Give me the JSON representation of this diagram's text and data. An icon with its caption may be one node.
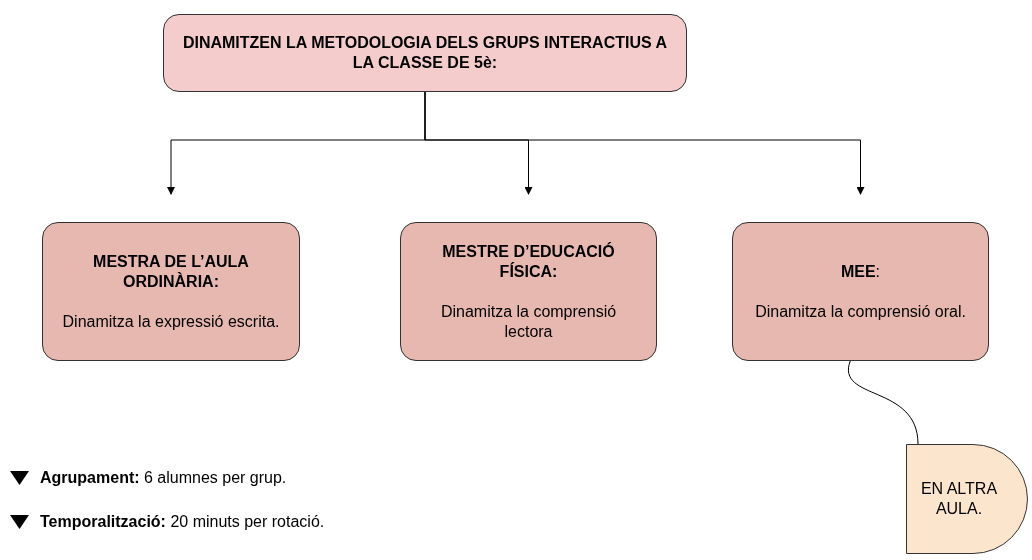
{
  "diagram": {
    "nodes": [
      {
        "text": [
          "DINAMITZEN LA METODOLOGIA DELS GRUPS INTERACTIUS A LA CLASSE DE 5è:"
        ]
      },
      {
        "text": [
          "MESTRA DE L’AULA ORDINÀRIA:",
          "Dinamitza la expressió escrita."
        ]
      },
      {
        "text": [
          "MESTRE D’EDUCACIÓ FÍSICA:",
          "Dinamitza la comprensió lectora"
        ]
      },
      {
        "text": [
          "**MEE**:",
          "Dinamitza la comprensió oral."
        ]
      },
      {
        "text": [
          "EN ALTRA AULA."
        ]
      }
    ],
    "edges": [
      {
        "from": 0,
        "to": 1,
        "arrow": "to"
      },
      {
        "from": 0,
        "to": 2,
        "arrow": "to"
      },
      {
        "from": 0,
        "to": 3,
        "arrow": "to"
      },
      {
        "from": 3,
        "to": 4,
        "arrow": "none"
      }
    ],
    "labels": [
      "**Agrupament:** 6 alumnes per grup.",
      "**Temporalització:** 20 minuts per rotació."
    ]
  }
}
